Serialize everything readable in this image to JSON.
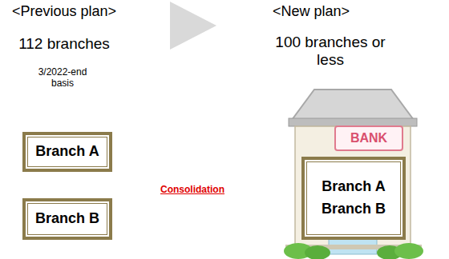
{
  "diagram": {
    "nodes": [
      {
        "text": [
          "Branch A"
        ]
      },
      {
        "text": [
          "Branch B"
        ]
      },
      {
        "text": [
          "Branch A",
          "Branch B"
        ]
      }
    ],
    "labels": [
      "<Previous plan>",
      "<New plan>",
      "112 branches",
      "3/2022-end basis",
      "100 branches or less",
      "Consolidation",
      "BANK"
    ]
  }
}
